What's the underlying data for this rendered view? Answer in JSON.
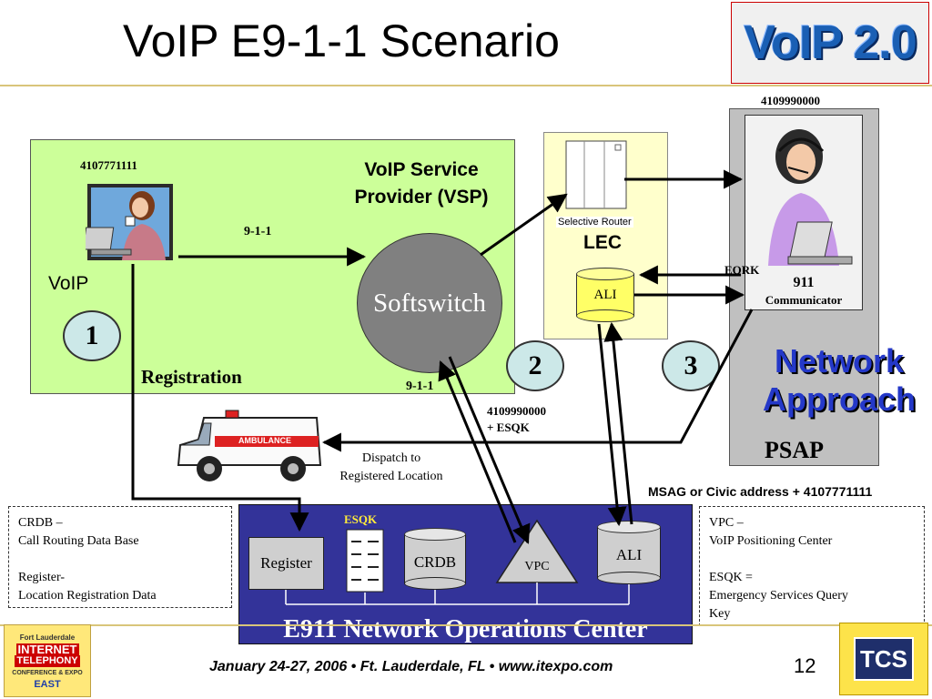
{
  "title": "VoIP E9-1-1 Scenario",
  "logo_text": "VoIP 2.0",
  "vsp": {
    "title_line1": "VoIP Service",
    "title_line2": "Provider (VSP)",
    "caller_number": "4107771111",
    "voip_label": "VoIP",
    "step1": "1",
    "registration_label": "Registration",
    "dial_label_top": "9-1-1",
    "dial_label_bottom": "9-1-1",
    "softswitch_label": "Softswitch"
  },
  "lec": {
    "selective_router_label": "Selective Router",
    "lec_label": "LEC",
    "ali_label": "ALI"
  },
  "psap": {
    "number": "4109990000",
    "eqrk_label": "EQRK",
    "communicator_line1": "911",
    "communicator_line2": "Communicator",
    "psap_label": "PSAP",
    "network_approach_line1": "Network",
    "network_approach_line2": "Approach"
  },
  "step2": "2",
  "step3": "3",
  "esqk_route_line1": "4109990000",
  "esqk_route_line2": "+ ESQK",
  "dispatch_line1": "Dispatch to",
  "dispatch_line2": "Registered Location",
  "ambulance_text": "AMBULANCE",
  "msag_label": "MSAG or Civic address + 4107771111",
  "noc": {
    "title": "E911 Network Operations Center",
    "register": "Register",
    "esqk": "ESQK",
    "crdb": "CRDB",
    "vpc": "VPC",
    "ali": "ALI"
  },
  "legend_left": {
    "line1": "CRDB –",
    "line2": "Call Routing Data Base",
    "line3": "Register-",
    "line4": "Location Registration Data"
  },
  "legend_right": {
    "line1": "VPC –",
    "line2": "VoIP Positioning Center",
    "line3": "ESQK =",
    "line4": "Emergency Services Query",
    "line5": "Key"
  },
  "footer": "January 24-27, 2006 • Ft. Lauderdale, FL • www.itexpo.com",
  "page_number": "12",
  "expo_logo": {
    "line1": "Fort Lauderdale",
    "line2": "INTERNET",
    "line3": "TELEPHONY",
    "line4": "CONFERENCE & EXPO",
    "line5": "EAST"
  },
  "tcs_logo": "TCS",
  "colors": {
    "vsp_bg": "#ccff99",
    "lec_bg": "#ffffcc",
    "psap_bg": "#c0c0c0",
    "noc_bg": "#333399",
    "step_circle": "#cce8e8",
    "network_approach": "#2438c8"
  }
}
